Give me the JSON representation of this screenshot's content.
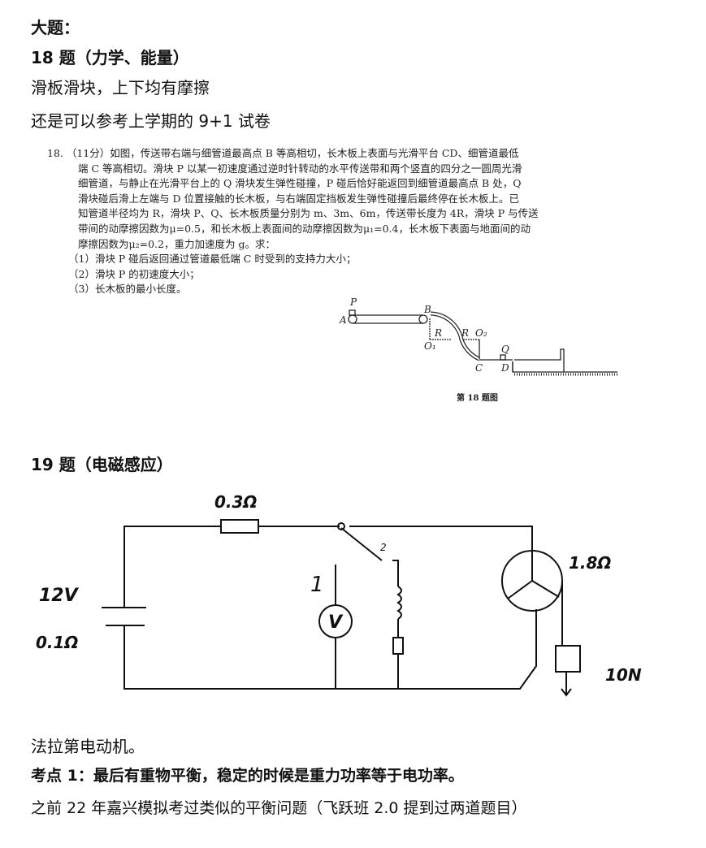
{
  "heading": "大题：",
  "q18": {
    "title": "18 题（力学、能量）",
    "note1": "滑板滑块，上下均有摩擦",
    "note2": "还是可以参考上学期的 9+1 试卷",
    "problem_lines": [
      "18. （11分）如图，传送带右端与细管道最高点 B 等高相切，长木板上表面与光滑平台 CD、细管道最低",
      "端 C 等高相切。滑块 P 以某一初速度通过逆时针转动的水平传送带和两个竖直的四分之一圆周光滑",
      "细管道，与静止在光滑平台上的 Q 滑块发生弹性碰撞，P 碰后恰好能返回到细管道最高点 B 处，Q",
      "滑块碰后滑上左端与 D 位置接触的长木板，与右端固定挡板发生弹性碰撞后最终停在长木板上。已",
      "知管道半径均为 R，滑块 P、Q、长木板质量分别为 m、3m、6m，传送带长度为 4R，滑块 P 与传送",
      "带间的动摩擦因数为μ=0.5，和长木板上表面间的动摩擦因数为μ₁=0.4，长木板下表面与地面间的动",
      "摩擦因数为μ₂=0.2，重力加速度为 g。求："
    ],
    "questions": [
      "（1）滑块 P 碰后返回通过管道最低端 C 时受到的支持力大小；",
      "（2）滑块 P 的初速度大小；",
      "（3）长木板的最小长度。"
    ],
    "figure": {
      "labels": {
        "P": "P",
        "A": "A",
        "B": "B",
        "R1": "R",
        "R2": "R",
        "O1": "O₁",
        "O2": "O₂",
        "C": "C",
        "D": "D",
        "Q": "Q"
      },
      "caption": "第 18 题图"
    }
  },
  "q19": {
    "title": "19 题（电磁感应）",
    "circuit": {
      "r_series": "0.3Ω",
      "emf": "12V",
      "r_internal": "0.1Ω",
      "switch_1": "1",
      "switch_2": "2",
      "voltmeter": "V",
      "motor_r": "1.8Ω",
      "weight": "10N"
    },
    "note1": "法拉第电动机。",
    "note2": "考点 1：最后有重物平衡，稳定的时候是重力功率等于电功率。",
    "note3": "之前 22 年嘉兴模拟考过类似的平衡问题（飞跃班 2.0 提到过两道题目）"
  }
}
